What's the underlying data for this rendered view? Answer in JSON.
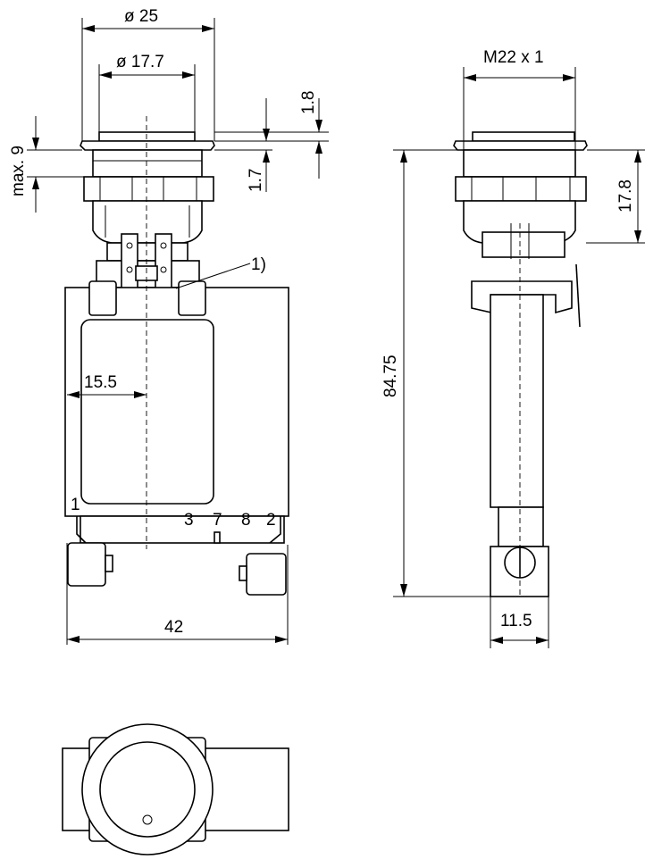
{
  "dimensions": {
    "outer_diameter": "ø 25",
    "inner_diameter": "ø 17.7",
    "bezel_height": "1.8",
    "collar_height": "1.7",
    "max_panel": "max. 9",
    "thread": "M22 x 1",
    "thread_height": "17.8",
    "total_height": "84.75",
    "offset": "15.5",
    "width": "42",
    "depth": "11.5"
  },
  "labels": {
    "note_ref": "1)",
    "terminal_1": "1",
    "terminal_3": "3",
    "terminal_7": "7",
    "terminal_8": "8",
    "terminal_2": "2",
    "plus": "+",
    "minus": "−"
  }
}
